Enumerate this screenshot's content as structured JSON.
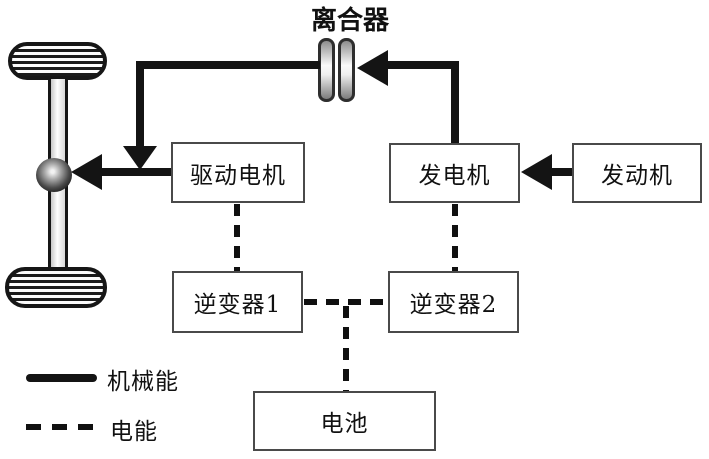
{
  "diagram": {
    "clutch_label": "离合器",
    "nodes": {
      "drive_motor": "驱动电机",
      "generator": "发电机",
      "engine": "发动机",
      "inverter1": "逆变器1",
      "inverter2": "逆变器2",
      "battery": "电池"
    },
    "legend": {
      "mechanical": "机械能",
      "electrical": "电能"
    },
    "connections": [
      {
        "from": "engine",
        "to": "generator",
        "type": "mechanical"
      },
      {
        "from": "generator",
        "to": "clutch",
        "type": "mechanical"
      },
      {
        "from": "clutch",
        "to": "axle_drive_line",
        "type": "mechanical"
      },
      {
        "from": "drive_motor",
        "to": "differential",
        "type": "mechanical"
      },
      {
        "from": "drive_motor",
        "to": "inverter1",
        "type": "electrical"
      },
      {
        "from": "generator",
        "to": "inverter2",
        "type": "electrical"
      },
      {
        "from": "inverter1",
        "to": "inverter2",
        "type": "electrical"
      },
      {
        "from": "inverter_bus",
        "to": "battery",
        "type": "electrical"
      }
    ],
    "colors": {
      "background": "#ffffff",
      "line": "#141414",
      "box_border": "#4a4a4a"
    }
  }
}
